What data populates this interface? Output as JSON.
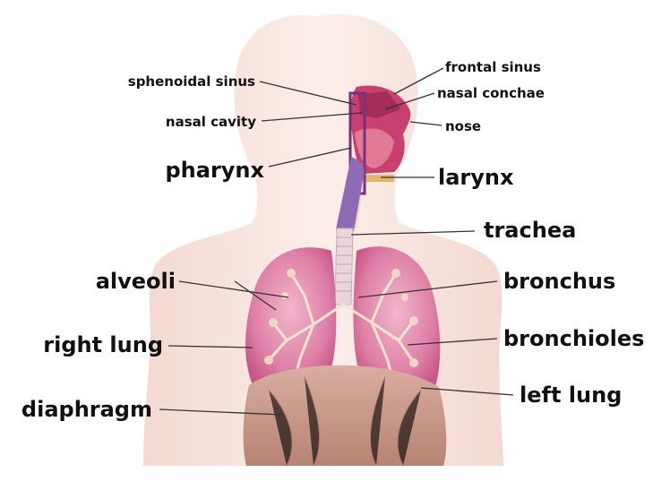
{
  "labels": {
    "sphenoidal_sinus": "sphenoidal sinus",
    "frontal_sinus": "frontal sinus",
    "nasal_conchae": "nasal conchae",
    "nasal_cavity": "nasal cavity",
    "nose": "nose",
    "pharynx": "pharynx",
    "larynx": "larynx",
    "trachea": "trachea",
    "alveoli": "alveoli",
    "bronchus": "bronchus",
    "right_lung": "right lung",
    "bronchioles": "bronchioles",
    "diaphragm": "diaphragm",
    "left_lung": "left lung"
  },
  "colors": {
    "skin": "#f7e3dc",
    "lung": "#d86d9c",
    "nasal": "#b8356a",
    "trachea": "#8a6bb0",
    "diaphragm": "#c79a8c",
    "label_text": "#111111"
  }
}
